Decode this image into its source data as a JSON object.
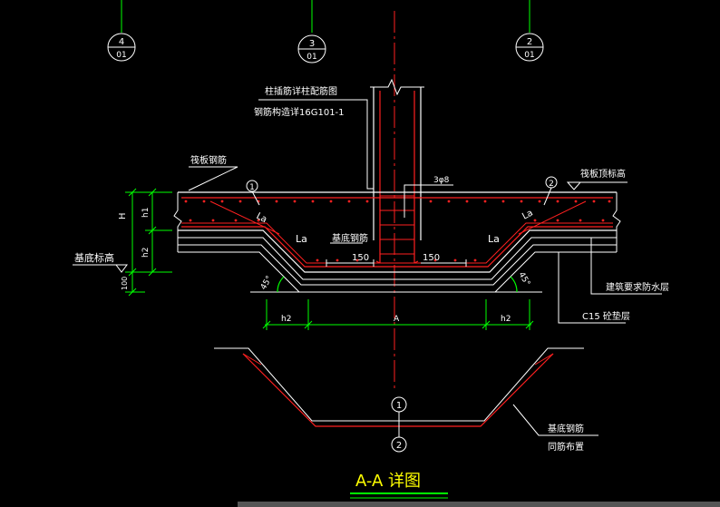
{
  "axes": [
    {
      "top": "4",
      "bottom": "01"
    },
    {
      "top": "3",
      "bottom": "01"
    },
    {
      "top": "2",
      "bottom": "01"
    }
  ],
  "labels": {
    "col_note_1": "柱插筋详柱配筋图",
    "col_note_2": "钢筋构造详16G101-1",
    "raft_rebar": "筏板钢筋",
    "raft_top_elev": "筏板顶标高",
    "stirrup": "3φ8",
    "base_elev": "基底标高",
    "base_rebar": "基底钢筋",
    "dim_150_left": "150",
    "dim_150_right": "150",
    "la": "La",
    "waterproof": "建筑要求防水层",
    "cushion": "C15 砼垫层",
    "bottom_rebar_1": "基底钢筋",
    "bottom_rebar_2": "同筋布置",
    "title": "A-A 详图"
  },
  "dims": {
    "H": "H",
    "h1": "h1",
    "h2": "h2",
    "d100": "100",
    "A": "A",
    "h2_left": "h2",
    "h2_right": "h2",
    "angle_left": "45°",
    "angle_right": "45°"
  },
  "markers": {
    "m1": "1",
    "m2": "2",
    "section_1": "1",
    "section_2": "2"
  },
  "colors": {
    "background": "#000000",
    "outline": "#ffffff",
    "rebar": "#ff2020",
    "dimension": "#00ff00",
    "title": "#ffff00"
  }
}
